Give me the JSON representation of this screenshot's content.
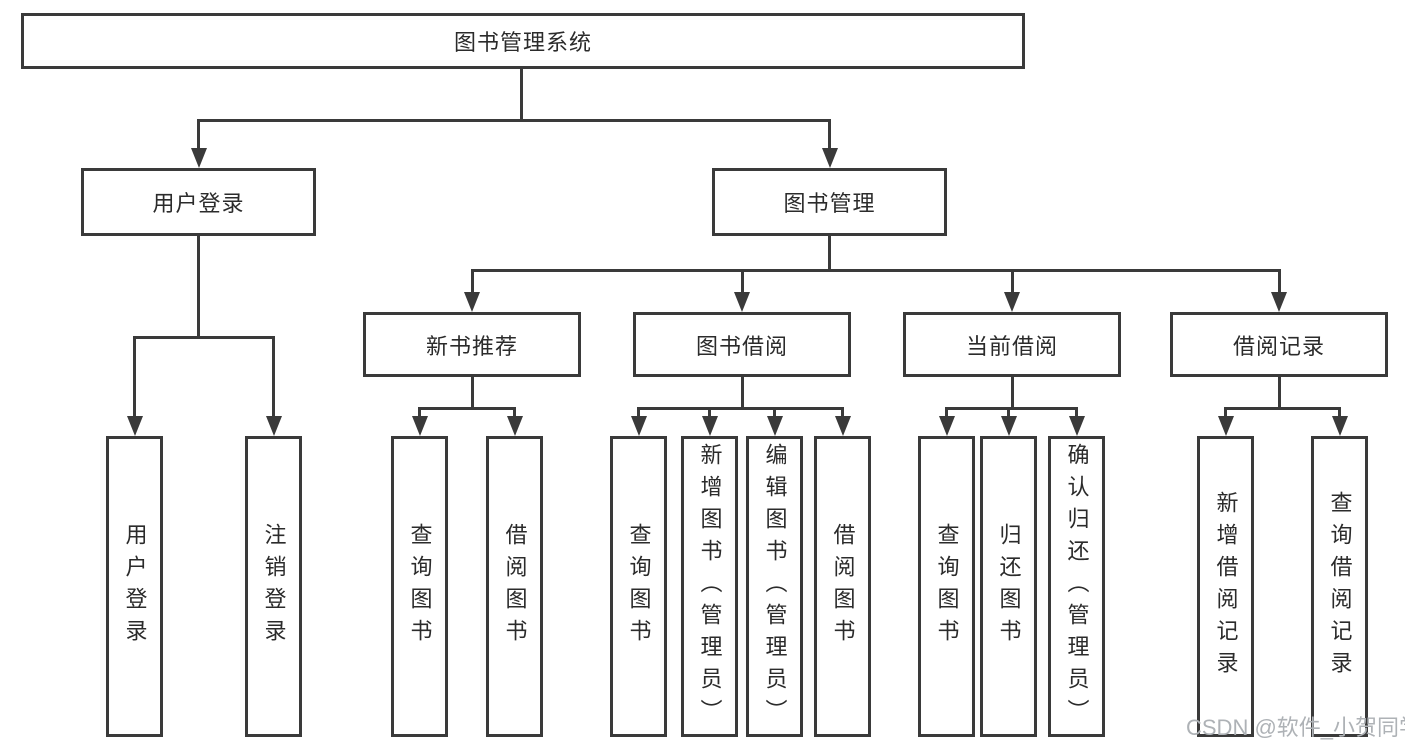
{
  "diagram": {
    "type": "hierarchy-tree",
    "root_label": "图书管理系统",
    "level2": [
      {
        "label": "用户登录"
      },
      {
        "label": "图书管理"
      }
    ],
    "level3": [
      {
        "label": "新书推荐",
        "parent": "图书管理"
      },
      {
        "label": "图书借阅",
        "parent": "图书管理"
      },
      {
        "label": "当前借阅",
        "parent": "图书管理"
      },
      {
        "label": "借阅记录",
        "parent": "图书管理"
      }
    ],
    "leaves": [
      {
        "label": "用户登录",
        "parent": "用户登录"
      },
      {
        "label": "注销登录",
        "parent": "用户登录"
      },
      {
        "label": "查询图书",
        "parent": "新书推荐"
      },
      {
        "label": "借阅图书",
        "parent": "新书推荐"
      },
      {
        "label": "查询图书",
        "parent": "图书借阅"
      },
      {
        "label": "新增图书（管理员）",
        "parent": "图书借阅"
      },
      {
        "label": "编辑图书（管理员）",
        "parent": "图书借阅"
      },
      {
        "label": "借阅图书",
        "parent": "图书借阅"
      },
      {
        "label": "查询图书",
        "parent": "当前借阅"
      },
      {
        "label": "归还图书",
        "parent": "当前借阅"
      },
      {
        "label": "确认归还（管理员）",
        "parent": "当前借阅"
      },
      {
        "label": "新增借阅记录",
        "parent": "借阅记录"
      },
      {
        "label": "查询借阅记录",
        "parent": "借阅记录"
      }
    ]
  },
  "watermark": {
    "text": "CSDN @软件_小贺同学"
  },
  "colors": {
    "line": "#3a3a3a",
    "box_border": "#3a3a3a",
    "text": "#2b2b2b",
    "watermark": "#aeb2b6",
    "background": "#ffffff"
  }
}
